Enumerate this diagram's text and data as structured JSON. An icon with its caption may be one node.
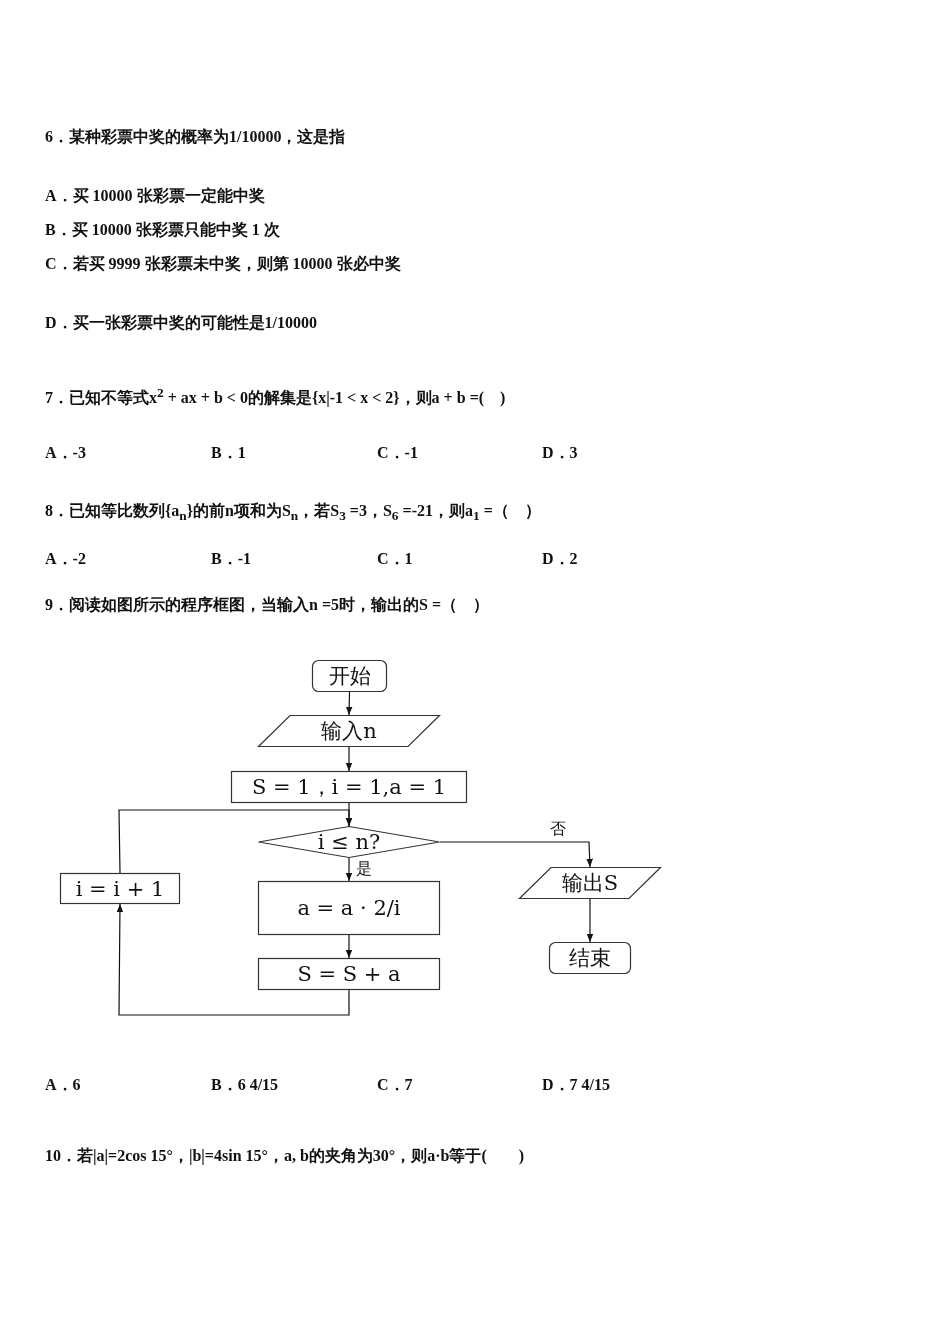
{
  "diagram": {
    "nodes": [
      {
        "text": [
          "开始"
        ]
      },
      {
        "text": [
          "输入n"
        ]
      },
      {
        "text": [
          "S = 1，i = 1,a = 1"
        ]
      },
      {
        "text": [
          "i ≤ n?"
        ]
      },
      {
        "text": [
          "a = a · 2/i"
        ]
      },
      {
        "text": [
          "S = S + a"
        ]
      },
      {
        "text": [
          "i = i + 1"
        ]
      },
      {
        "text": [
          "输出S"
        ]
      },
      {
        "text": [
          "结束"
        ]
      }
    ],
    "edges": [
      {
        "from": 0,
        "to": 1,
        "arrow": "to"
      },
      {
        "from": 1,
        "to": 2,
        "arrow": "to"
      },
      {
        "from": 2,
        "to": 3,
        "arrow": "to"
      },
      {
        "from": 3,
        "to": 4,
        "arrow": "to",
        "label": "是"
      },
      {
        "from": 4,
        "to": 5,
        "arrow": "to"
      },
      {
        "from": 5,
        "to": 6,
        "arrow": "to"
      },
      {
        "from": 6,
        "to": 3,
        "arrow": "to"
      },
      {
        "from": 3,
        "to": 7,
        "arrow": "to",
        "label": "否"
      },
      {
        "from": 7,
        "to": 8,
        "arrow": "to"
      }
    ],
    "labels": [
      "6．某种彩票中奖的概率为1/10000，这是指",
      "A．买 10000 张彩票一定能中奖",
      "B．买 10000 张彩票只能中奖 1 次",
      "C．若买 9999 张彩票未中奖，则第 10000 张必中奖",
      "D．买一张彩票中奖的可能性是1/10000",
      "7．已知不等式x$^{2}$ + ax + b < 0的解集是{x|-1 < x < 2}，则a + b =(　)",
      "A．-3",
      "B．1",
      "C．-1",
      "D．3",
      "8．已知等比数列{a$_{n}$}的前n项和为S$_{n}$，若S$_{3}$ =3，S$_{6}$ =-21，则a$_{1}$ =（　）",
      "A．-2",
      "B．-1",
      "C．1",
      "D．2",
      "9．阅读如图所示的程序框图，当输入n =5时，输出的S =（　）",
      "A．6",
      "B．6 4/15",
      "C．7",
      "D．7 4/15",
      "10．若|a|=2cos 15°，|b|=4sin 15°，a, b的夹角为30°，则a·b等于(　　)"
    ]
  }
}
